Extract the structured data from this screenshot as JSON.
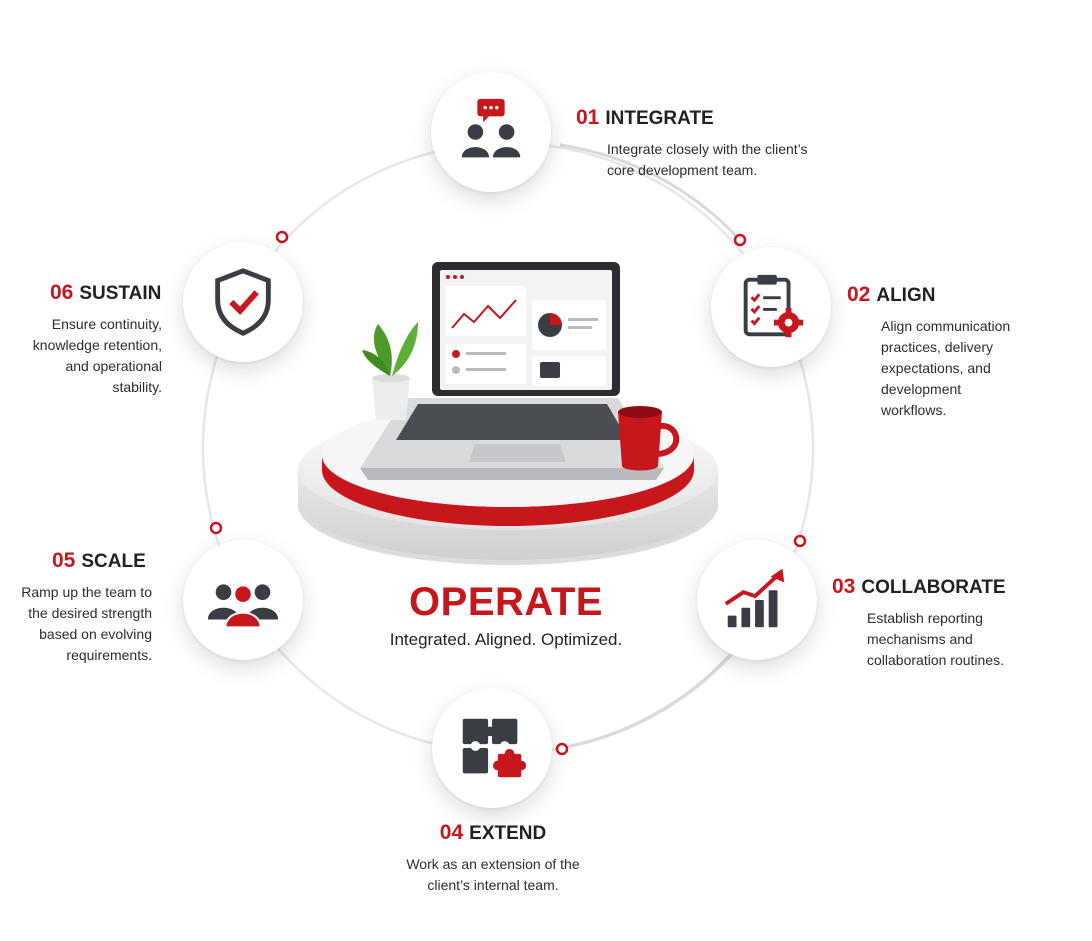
{
  "center": {
    "title": "OPERATE",
    "subtitle": "Integrated. Aligned. Optimized."
  },
  "steps": [
    {
      "num": "01",
      "title": "INTEGRATE",
      "desc": "Integrate closely with the client’s core development team.",
      "icon": "team-chat-icon"
    },
    {
      "num": "02",
      "title": "ALIGN",
      "desc": "Align communication practices, delivery expectations, and development workflows.",
      "icon": "clipboard-gear-icon"
    },
    {
      "num": "03",
      "title": "COLLABORATE",
      "desc": "Establish reporting mechanisms and collaboration routines.",
      "icon": "growth-chart-icon"
    },
    {
      "num": "04",
      "title": "EXTEND",
      "desc": "Work as an extension of the client’s internal team.",
      "icon": "puzzle-icon"
    },
    {
      "num": "05",
      "title": "SCALE",
      "desc": "Ramp up the team to the desired strength based on evolving requirements.",
      "icon": "group-icon"
    },
    {
      "num": "06",
      "title": "SUSTAIN",
      "desc": "Ensure continuity, knowledge retention, and operational stability.",
      "icon": "shield-check-icon"
    }
  ],
  "colors": {
    "accent": "#c8161d",
    "dark": "#3a3d44",
    "ring": "#e3e3e3"
  }
}
